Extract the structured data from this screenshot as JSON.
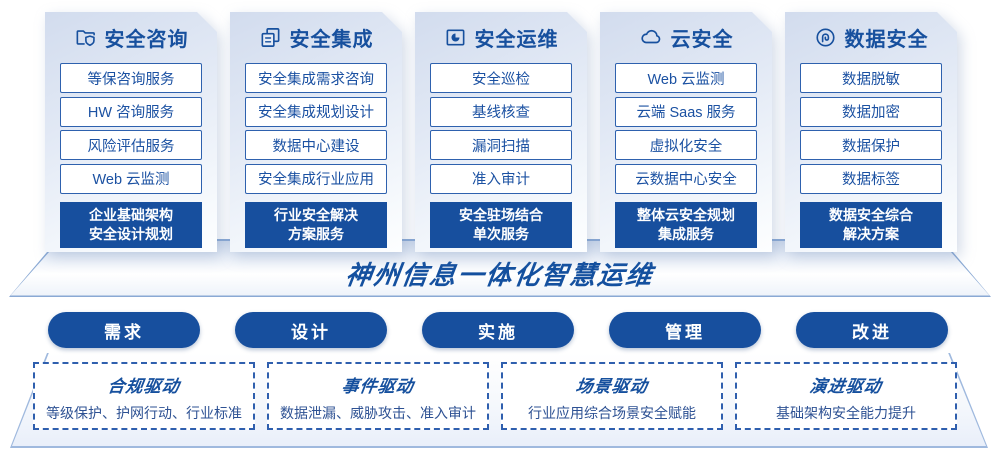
{
  "palette": {
    "primary_blue": "#17509e",
    "item_border_blue": "#2e61ae",
    "item_text_blue": "#1b51a2",
    "panel_gradient_top": "#d2dcee",
    "dashed_border_blue": "#2f5fae",
    "desc_text_blue": "#2d5193",
    "footer_bg_blue": "#174f9e",
    "white": "#ffffff"
  },
  "columns": [
    {
      "icon": "folder-shield-icon",
      "title": "安全咨询",
      "items": [
        "等保咨询服务",
        "HW 咨询服务",
        "风险评估服务",
        "Web 云监测"
      ],
      "footer_lines": [
        "企业基础架构",
        "安全设计规划"
      ]
    },
    {
      "icon": "stacked-documents-icon",
      "title": "安全集成",
      "items": [
        "安全集成需求咨询",
        "安全集成规划设计",
        "数据中心建设",
        "安全集成行业应用"
      ],
      "footer_lines": [
        "行业安全解决",
        "方案服务"
      ]
    },
    {
      "icon": "folder-pie-chart-icon",
      "title": "安全运维",
      "items": [
        "安全巡检",
        "基线核查",
        "漏洞扫描",
        "准入审计"
      ],
      "footer_lines": [
        "安全驻场结合",
        "单次服务"
      ]
    },
    {
      "icon": "cloud-icon",
      "title": "云安全",
      "items": [
        "Web 云监测",
        "云端 Saas 服务",
        "虚拟化安全",
        "云数据中心安全"
      ],
      "footer_lines": [
        "整体云安全规划",
        "集成服务"
      ]
    },
    {
      "icon": "data-security-swirl-icon",
      "title": "数据安全",
      "items": [
        "数据脱敏",
        "数据加密",
        "数据保护",
        "数据标签"
      ],
      "footer_lines": [
        "数据安全综合",
        "解决方案"
      ]
    }
  ],
  "banner": {
    "title": "神州信息一体化智慧运维"
  },
  "phases": [
    "需求",
    "设计",
    "实施",
    "管理",
    "改进"
  ],
  "drivers": [
    {
      "title": "合规驱动",
      "desc": "等级保护、护网行动、行业标准"
    },
    {
      "title": "事件驱动",
      "desc": "数据泄漏、威胁攻击、准入审计"
    },
    {
      "title": "场景驱动",
      "desc": "行业应用综合场景安全赋能"
    },
    {
      "title": "演进驱动",
      "desc": "基础架构安全能力提升"
    }
  ]
}
